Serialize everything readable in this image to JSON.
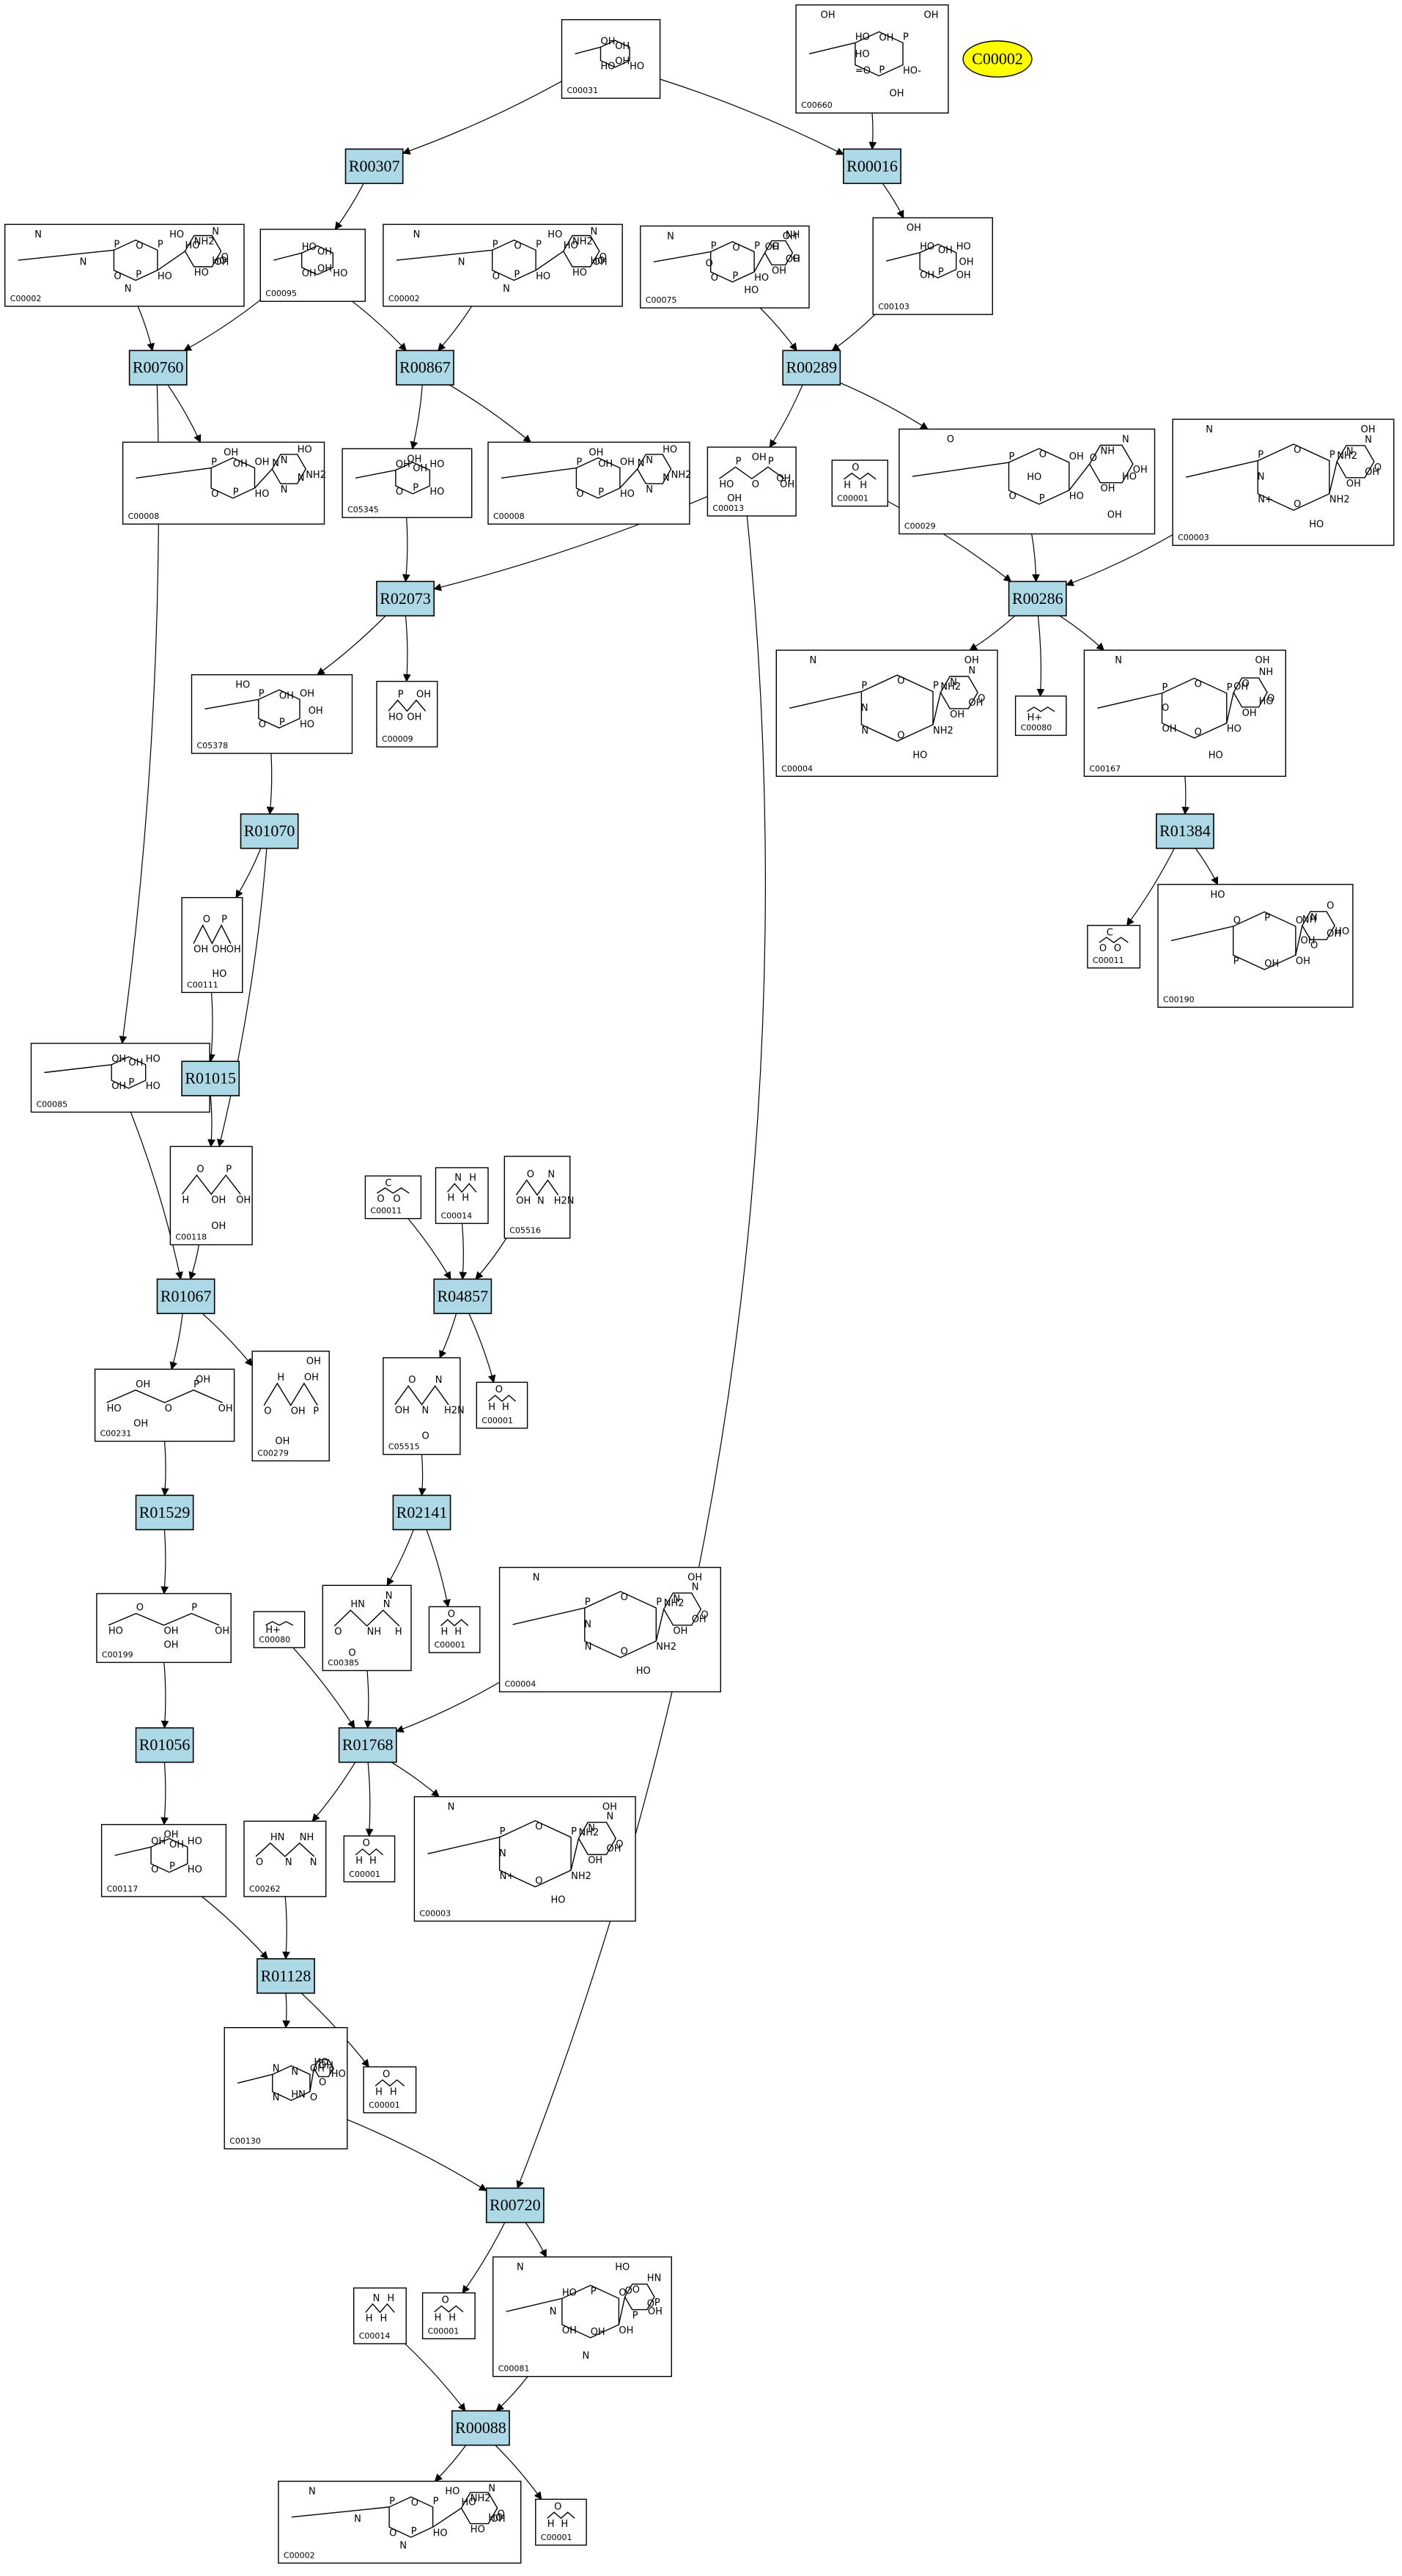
{
  "legend": {
    "label": "C00002"
  },
  "reactions": [
    "R00307",
    "R00016",
    "R00760",
    "R00867",
    "R00289",
    "R00286",
    "R02073",
    "R01070",
    "R01384",
    "R01015",
    "R01067",
    "R04857",
    "R01529",
    "R02141",
    "R01056",
    "R01768",
    "R01128",
    "R00720",
    "R00088"
  ],
  "compounds": [
    {
      "id": "C00031",
      "struct": "sugar",
      "labels": [
        "HO",
        "OH",
        "HO",
        "OH",
        "OH"
      ]
    },
    {
      "id": "C00660",
      "struct": "sugar",
      "labels": [
        "HO-",
        "P",
        "=O",
        "HO",
        "OH",
        "P",
        "OH",
        "HO",
        "OH",
        "OH"
      ]
    },
    {
      "id": "C00002",
      "struct": "nucleotide",
      "labels": [
        "HO",
        "P",
        "O",
        "P",
        "O",
        "P",
        "O",
        "HO",
        "HO",
        "HO",
        "NH2",
        "N",
        "N",
        "N",
        "N",
        "HO",
        "OH"
      ]
    },
    {
      "id": "C00095",
      "struct": "sugar",
      "labels": [
        "HO",
        "OH",
        "OH",
        "HO",
        "OH"
      ]
    },
    {
      "id": "C00002",
      "struct": "nucleotide",
      "labels": [
        "HO",
        "P",
        "O",
        "P",
        "O",
        "P",
        "O",
        "HO",
        "HO",
        "HO",
        "NH2",
        "N",
        "N",
        "N",
        "N",
        "HO",
        "OH"
      ]
    },
    {
      "id": "C00075",
      "struct": "nucleotide",
      "labels": [
        "HO",
        "P",
        "O",
        "P",
        "O",
        "P",
        "O",
        "OH",
        "OH",
        "OH",
        "O",
        "NH",
        "N",
        "O",
        "HO",
        "OH"
      ]
    },
    {
      "id": "C00103",
      "struct": "sugar",
      "labels": [
        "OH",
        "P",
        "OH",
        "HO",
        "OH",
        "HO",
        "OH",
        "OH"
      ]
    },
    {
      "id": "C00008",
      "struct": "nucleotide",
      "labels": [
        "HO",
        "P",
        "O",
        "P",
        "OH",
        "OH",
        "NH2",
        "N",
        "N",
        "N",
        "N",
        "HO",
        "OH"
      ]
    },
    {
      "id": "C05345",
      "struct": "sugar",
      "labels": [
        "HO",
        "P",
        "O",
        "OH",
        "OH",
        "HO",
        "OH"
      ]
    },
    {
      "id": "C00008",
      "struct": "nucleotide",
      "labels": [
        "HO",
        "P",
        "O",
        "P",
        "OH",
        "OH",
        "NH2",
        "N",
        "N",
        "N",
        "N",
        "HO",
        "OH"
      ]
    },
    {
      "id": "C00013",
      "struct": "small",
      "labels": [
        "HO",
        "P",
        "O",
        "P",
        "OH",
        "OH",
        "OH",
        "OH"
      ]
    },
    {
      "id": "C00001",
      "struct": "small",
      "labels": [
        "H",
        "O",
        "H"
      ]
    },
    {
      "id": "C00029",
      "struct": "nucleotide",
      "labels": [
        "HO",
        "P",
        "O",
        "P",
        "O",
        "OH",
        "OH",
        "HO",
        "OH",
        "O",
        "NH",
        "N",
        "O",
        "HO",
        "OH"
      ]
    },
    {
      "id": "C00003",
      "struct": "nucleotide",
      "labels": [
        "NH2",
        "O",
        "N+",
        "P",
        "O",
        "P",
        "O",
        "OH",
        "OH",
        "NH2",
        "N",
        "N",
        "N",
        "N",
        "HO",
        "OH"
      ]
    },
    {
      "id": "C05378",
      "struct": "sugar",
      "labels": [
        "HO",
        "P",
        "O",
        "P",
        "OH",
        "OH",
        "HO",
        "OH"
      ]
    },
    {
      "id": "C00009",
      "struct": "small",
      "labels": [
        "HO",
        "P",
        "OH",
        "OH"
      ]
    },
    {
      "id": "C00004",
      "struct": "nucleotide",
      "labels": [
        "NH2",
        "O",
        "N",
        "P",
        "O",
        "P",
        "O",
        "OH",
        "OH",
        "NH2",
        "N",
        "N",
        "N",
        "N",
        "HO",
        "OH"
      ]
    },
    {
      "id": "C00080",
      "struct": "small",
      "labels": [
        "H+"
      ]
    },
    {
      "id": "C00167",
      "struct": "nucleotide",
      "labels": [
        "HO",
        "O",
        "OH",
        "P",
        "O",
        "P",
        "O",
        "HO",
        "OH",
        "OH",
        "O",
        "NH",
        "N",
        "O",
        "HO",
        "OH"
      ]
    },
    {
      "id": "C00111",
      "struct": "small",
      "labels": [
        "OH",
        "O",
        "OH",
        "P",
        "OH",
        "HO"
      ]
    },
    {
      "id": "C00011",
      "struct": "small",
      "labels": [
        "O",
        "C",
        "O"
      ]
    },
    {
      "id": "C00190",
      "struct": "nucleotide",
      "labels": [
        "OH",
        "OH",
        "P",
        "O",
        "P",
        "O",
        "HO",
        "OH",
        "O",
        "NH",
        "N",
        "O",
        "HO",
        "OH"
      ]
    },
    {
      "id": "C00085",
      "struct": "sugar",
      "labels": [
        "HO",
        "P",
        "OH",
        "OH",
        "OH",
        "HO"
      ]
    },
    {
      "id": "C00118",
      "struct": "small",
      "labels": [
        "H",
        "O",
        "OH",
        "P",
        "OH",
        "OH"
      ]
    },
    {
      "id": "C00011",
      "struct": "small",
      "labels": [
        "O",
        "C",
        "O"
      ]
    },
    {
      "id": "C00014",
      "struct": "small",
      "labels": [
        "H",
        "N",
        "H",
        "H"
      ]
    },
    {
      "id": "C05516",
      "struct": "small",
      "labels": [
        "OH",
        "O",
        "N",
        "N",
        "H2N"
      ]
    },
    {
      "id": "C00231",
      "struct": "small",
      "labels": [
        "HO",
        "OH",
        "O",
        "P",
        "OH",
        "OH",
        "OH"
      ]
    },
    {
      "id": "C00279",
      "struct": "small",
      "labels": [
        "O",
        "H",
        "OH",
        "OH",
        "P",
        "OH",
        "OH"
      ]
    },
    {
      "id": "C05515",
      "struct": "small",
      "labels": [
        "OH",
        "O",
        "N",
        "N",
        "H2N",
        "O"
      ]
    },
    {
      "id": "C00001",
      "struct": "small",
      "labels": [
        "H",
        "O",
        "H"
      ]
    },
    {
      "id": "C00199",
      "struct": "small",
      "labels": [
        "HO",
        "O",
        "OH",
        "P",
        "OH",
        "OH"
      ]
    },
    {
      "id": "C00080",
      "struct": "small",
      "labels": [
        "H+"
      ]
    },
    {
      "id": "C00385",
      "struct": "small",
      "labels": [
        "O",
        "HN",
        "NH",
        "N",
        "H",
        "O",
        "N"
      ]
    },
    {
      "id": "C00001",
      "struct": "small",
      "labels": [
        "H",
        "O",
        "H"
      ]
    },
    {
      "id": "C00004",
      "struct": "nucleotide",
      "labels": [
        "NH2",
        "O",
        "N",
        "P",
        "O",
        "P",
        "O",
        "OH",
        "OH",
        "NH2",
        "N",
        "N",
        "N",
        "N",
        "HO",
        "OH"
      ]
    },
    {
      "id": "C00117",
      "struct": "sugar",
      "labels": [
        "HO",
        "P",
        "O",
        "OH",
        "OH",
        "HO",
        "OH"
      ]
    },
    {
      "id": "C00262",
      "struct": "small",
      "labels": [
        "O",
        "HN",
        "N",
        "NH",
        "N"
      ]
    },
    {
      "id": "C00001",
      "struct": "small",
      "labels": [
        "H",
        "O",
        "H"
      ]
    },
    {
      "id": "C00003",
      "struct": "nucleotide",
      "labels": [
        "NH2",
        "O",
        "N+",
        "P",
        "O",
        "P",
        "O",
        "OH",
        "OH",
        "NH2",
        "N",
        "N",
        "N",
        "N",
        "HO",
        "OH"
      ]
    },
    {
      "id": "C00130",
      "struct": "nucleotide",
      "labels": [
        "O",
        "HN",
        "N",
        "N",
        "N",
        "OH",
        "HO",
        "P",
        "O",
        "HO",
        "OH"
      ]
    },
    {
      "id": "C00001",
      "struct": "small",
      "labels": [
        "H",
        "O",
        "H"
      ]
    },
    {
      "id": "C00014",
      "struct": "small",
      "labels": [
        "H",
        "N",
        "H",
        "H"
      ]
    },
    {
      "id": "C00001",
      "struct": "small",
      "labels": [
        "H",
        "O",
        "H"
      ]
    },
    {
      "id": "C00081",
      "struct": "nucleotide",
      "labels": [
        "OH",
        "OH",
        "OH",
        "HO",
        "P",
        "O",
        "P",
        "O",
        "P",
        "O",
        "O",
        "HN",
        "N",
        "N",
        "N",
        "HO",
        "OH"
      ]
    },
    {
      "id": "C00002",
      "struct": "nucleotide",
      "labels": [
        "HO",
        "P",
        "O",
        "P",
        "O",
        "P",
        "O",
        "HO",
        "HO",
        "HO",
        "NH2",
        "N",
        "N",
        "N",
        "N",
        "HO",
        "OH"
      ]
    },
    {
      "id": "C00001",
      "struct": "small",
      "labels": [
        "H",
        "O",
        "H"
      ]
    }
  ]
}
